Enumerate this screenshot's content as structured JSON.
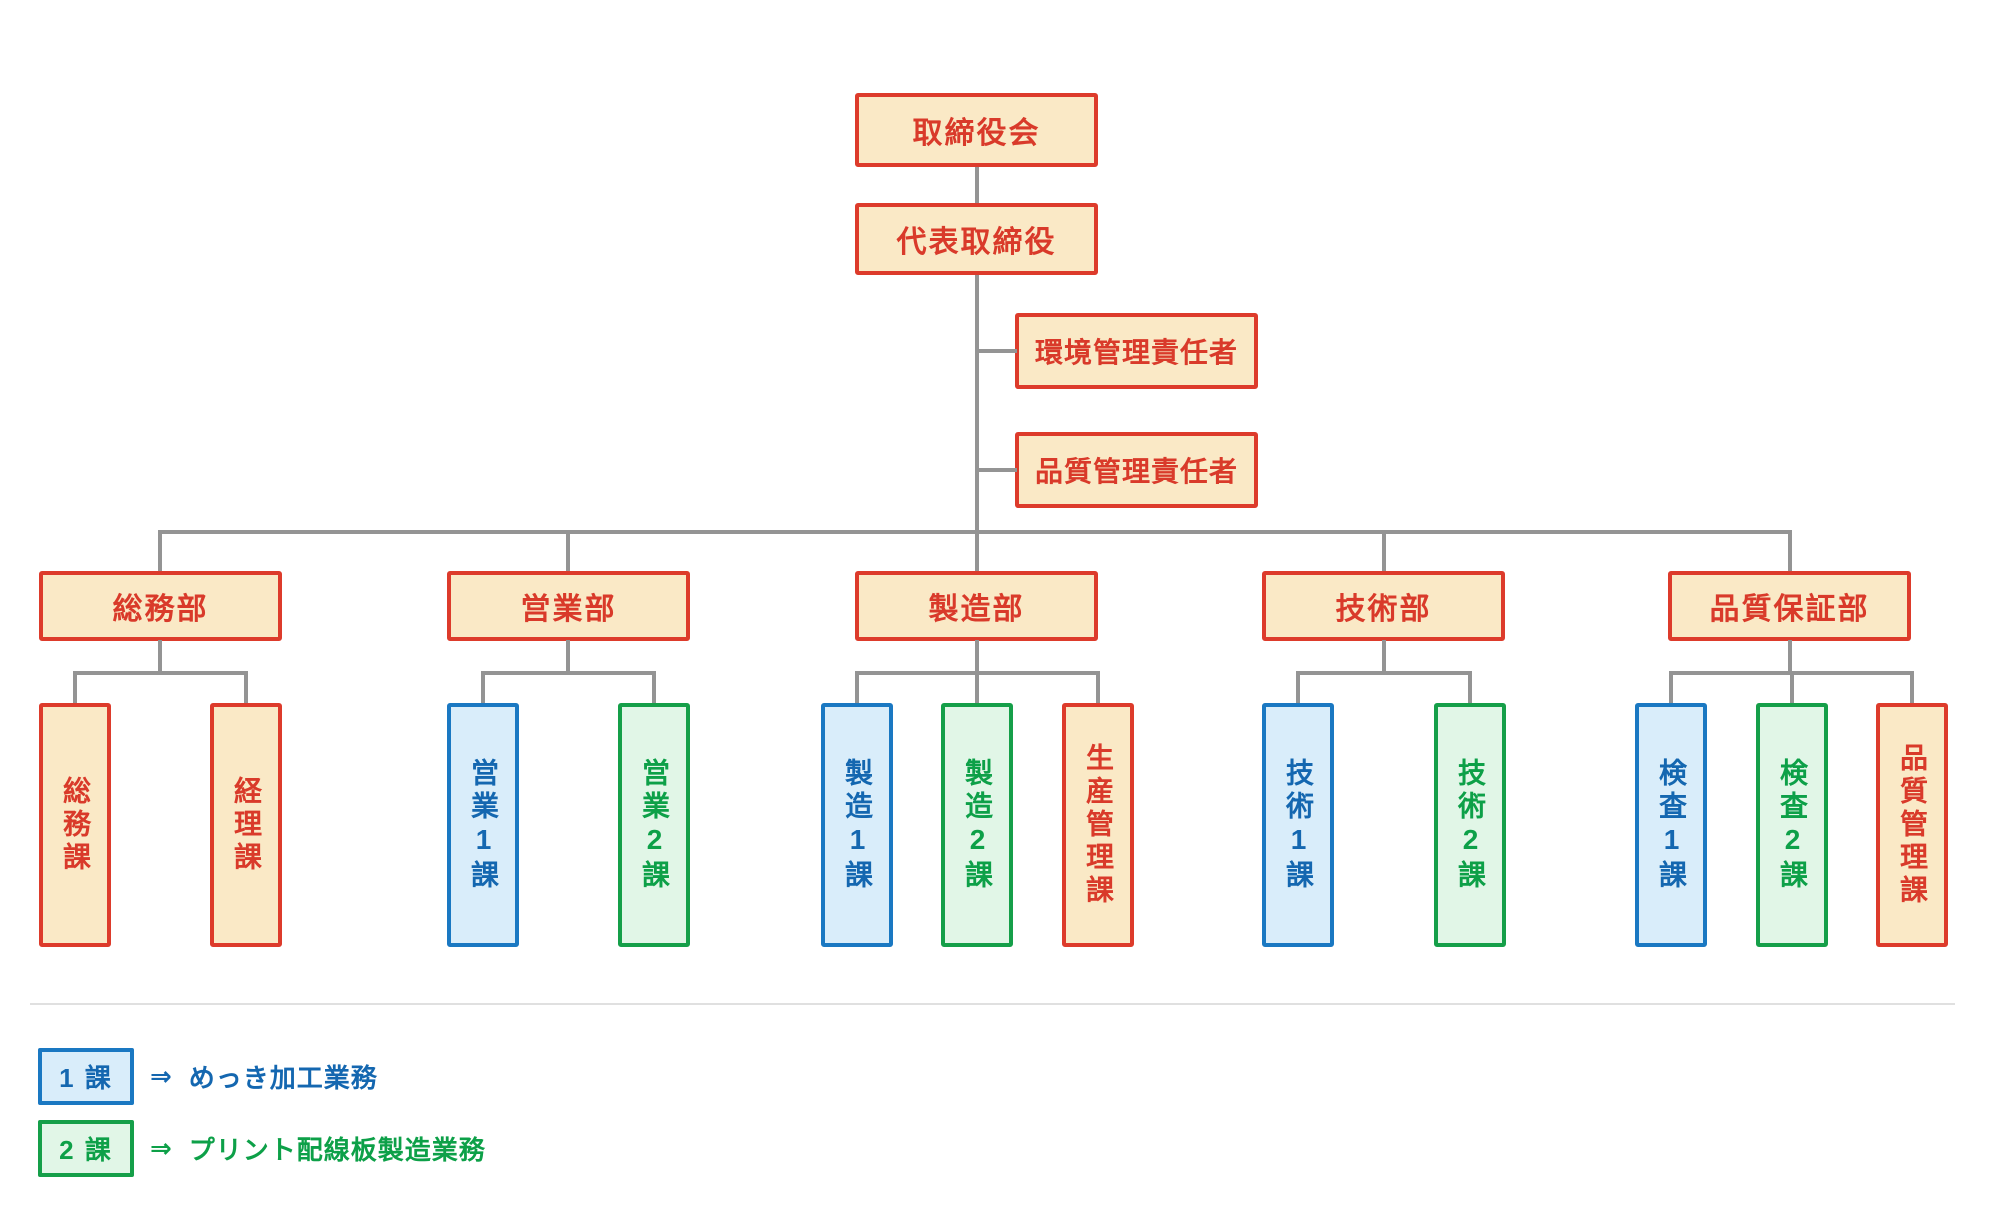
{
  "meta": {
    "type": "organization-chart",
    "language": "ja"
  },
  "palette": {
    "red_border": "#dd3b2b",
    "red_text": "#d93a2a",
    "cream_bg": "#fae9c6",
    "blue_border": "#1a78c2",
    "blue_text": "#1467b0",
    "blue_bg": "#d9edfa",
    "green_border": "#159f49",
    "green_text": "#0da048",
    "green_bg": "#e1f6e7",
    "connector_gray": "#949494",
    "divider_gray": "#e0e0e0",
    "background": "#ffffff"
  },
  "nodes": {
    "board": "取締役会",
    "president": "代表取締役",
    "env_officer": "環境管理責任者",
    "qc_officer": "品質管理責任者"
  },
  "departments": [
    {
      "label": "総務部",
      "children": [
        {
          "label": "総務課",
          "style": "cream"
        },
        {
          "label": "経理課",
          "style": "cream"
        }
      ]
    },
    {
      "label": "営業部",
      "children": [
        {
          "label": "営業1課",
          "style": "blue"
        },
        {
          "label": "営業2課",
          "style": "green"
        }
      ]
    },
    {
      "label": "製造部",
      "children": [
        {
          "label": "製造1課",
          "style": "blue"
        },
        {
          "label": "製造2課",
          "style": "green"
        },
        {
          "label": "生産管理課",
          "style": "cream"
        }
      ]
    },
    {
      "label": "技術部",
      "children": [
        {
          "label": "技術1課",
          "style": "blue"
        },
        {
          "label": "技術2課",
          "style": "green"
        }
      ]
    },
    {
      "label": "品質保証部",
      "children": [
        {
          "label": "検査1課",
          "style": "blue"
        },
        {
          "label": "検査2課",
          "style": "green"
        },
        {
          "label": "品質管理課",
          "style": "cream"
        }
      ]
    }
  ],
  "legend": [
    {
      "label": "1 課",
      "style": "blue",
      "arrow": "⇒",
      "desc": "めっき加工業務"
    },
    {
      "label": "2 課",
      "style": "green",
      "arrow": "⇒",
      "desc": "プリント配線板製造業務"
    }
  ]
}
